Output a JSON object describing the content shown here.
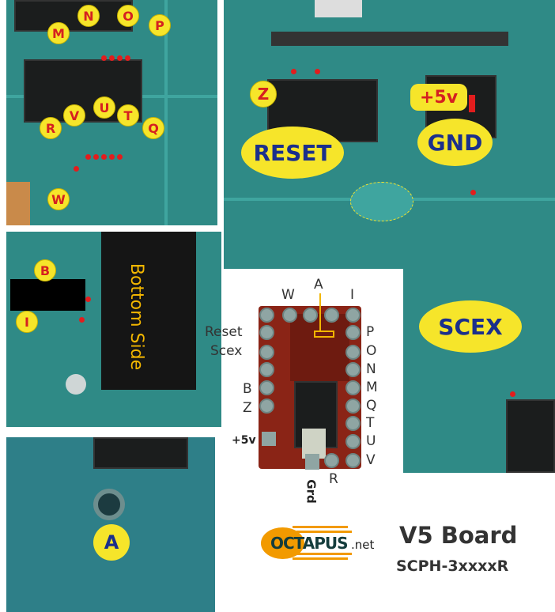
{
  "top_left_panel": {
    "labels_top": [
      "M",
      "N",
      "O",
      "P"
    ],
    "labels_bottom": [
      "R",
      "V",
      "U",
      "T",
      "Q"
    ],
    "label_w": "W"
  },
  "top_right_panel": {
    "z": "Z",
    "reset": "RESET",
    "plus5v": "+5v",
    "gnd": "GND",
    "scex": "SCEX"
  },
  "middle_left_panel": {
    "b": "B",
    "i": "I",
    "bottom_side": "Bottom Side"
  },
  "bottom_left_panel": {
    "a": "A"
  },
  "chip_diagram": {
    "top_labels": {
      "w": "W",
      "a": "A",
      "i": "I"
    },
    "left_labels": {
      "reset": "Reset",
      "scex": "Scex",
      "b": "B",
      "z": "Z",
      "plus5v": "+5v"
    },
    "right_labels": [
      "P",
      "O",
      "N",
      "M",
      "Q",
      "T",
      "U",
      "V"
    ],
    "bottom_labels": {
      "r": "R",
      "grd": "Grd"
    },
    "highlight_color": "#f2b600"
  },
  "logo": {
    "name": "OCTAPUS",
    "suffix": ".net"
  },
  "title": {
    "board": "V5 Board",
    "model": "SCPH-3xxxxR"
  }
}
